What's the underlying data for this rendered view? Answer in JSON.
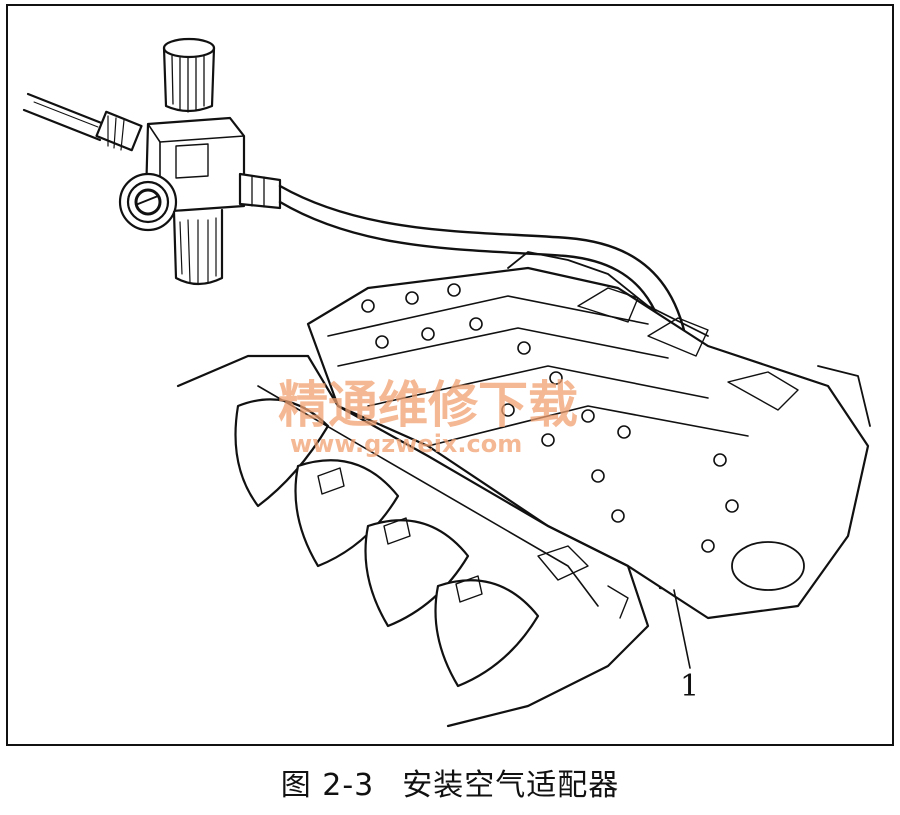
{
  "figure": {
    "callout_label": "1",
    "watermark": {
      "line1": "精通维修下载",
      "line2": "www.gzweix.com"
    }
  },
  "caption": {
    "number": "图 2-3",
    "title": "安装空气适配器"
  }
}
